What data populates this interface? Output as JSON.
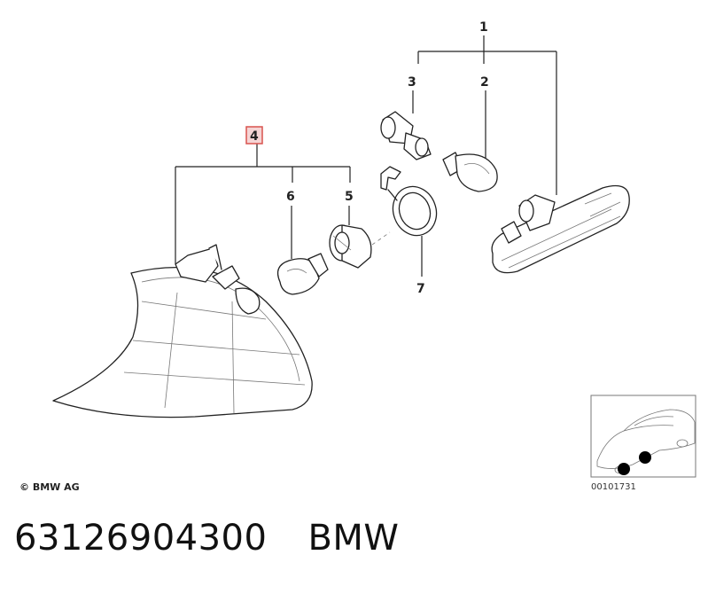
{
  "callouts": {
    "c1": "1",
    "c2": "2",
    "c3": "3",
    "c4": "4",
    "c5": "5",
    "c6": "6",
    "c7": "7"
  },
  "copyright": "© BMW AG",
  "diagram_id": "00101731",
  "footer": {
    "part_number": "63126904300",
    "brand": "BMW"
  },
  "colors": {
    "highlight": "#d9534f",
    "highlight_fill": "#f5d5d5",
    "ink": "#222222"
  }
}
